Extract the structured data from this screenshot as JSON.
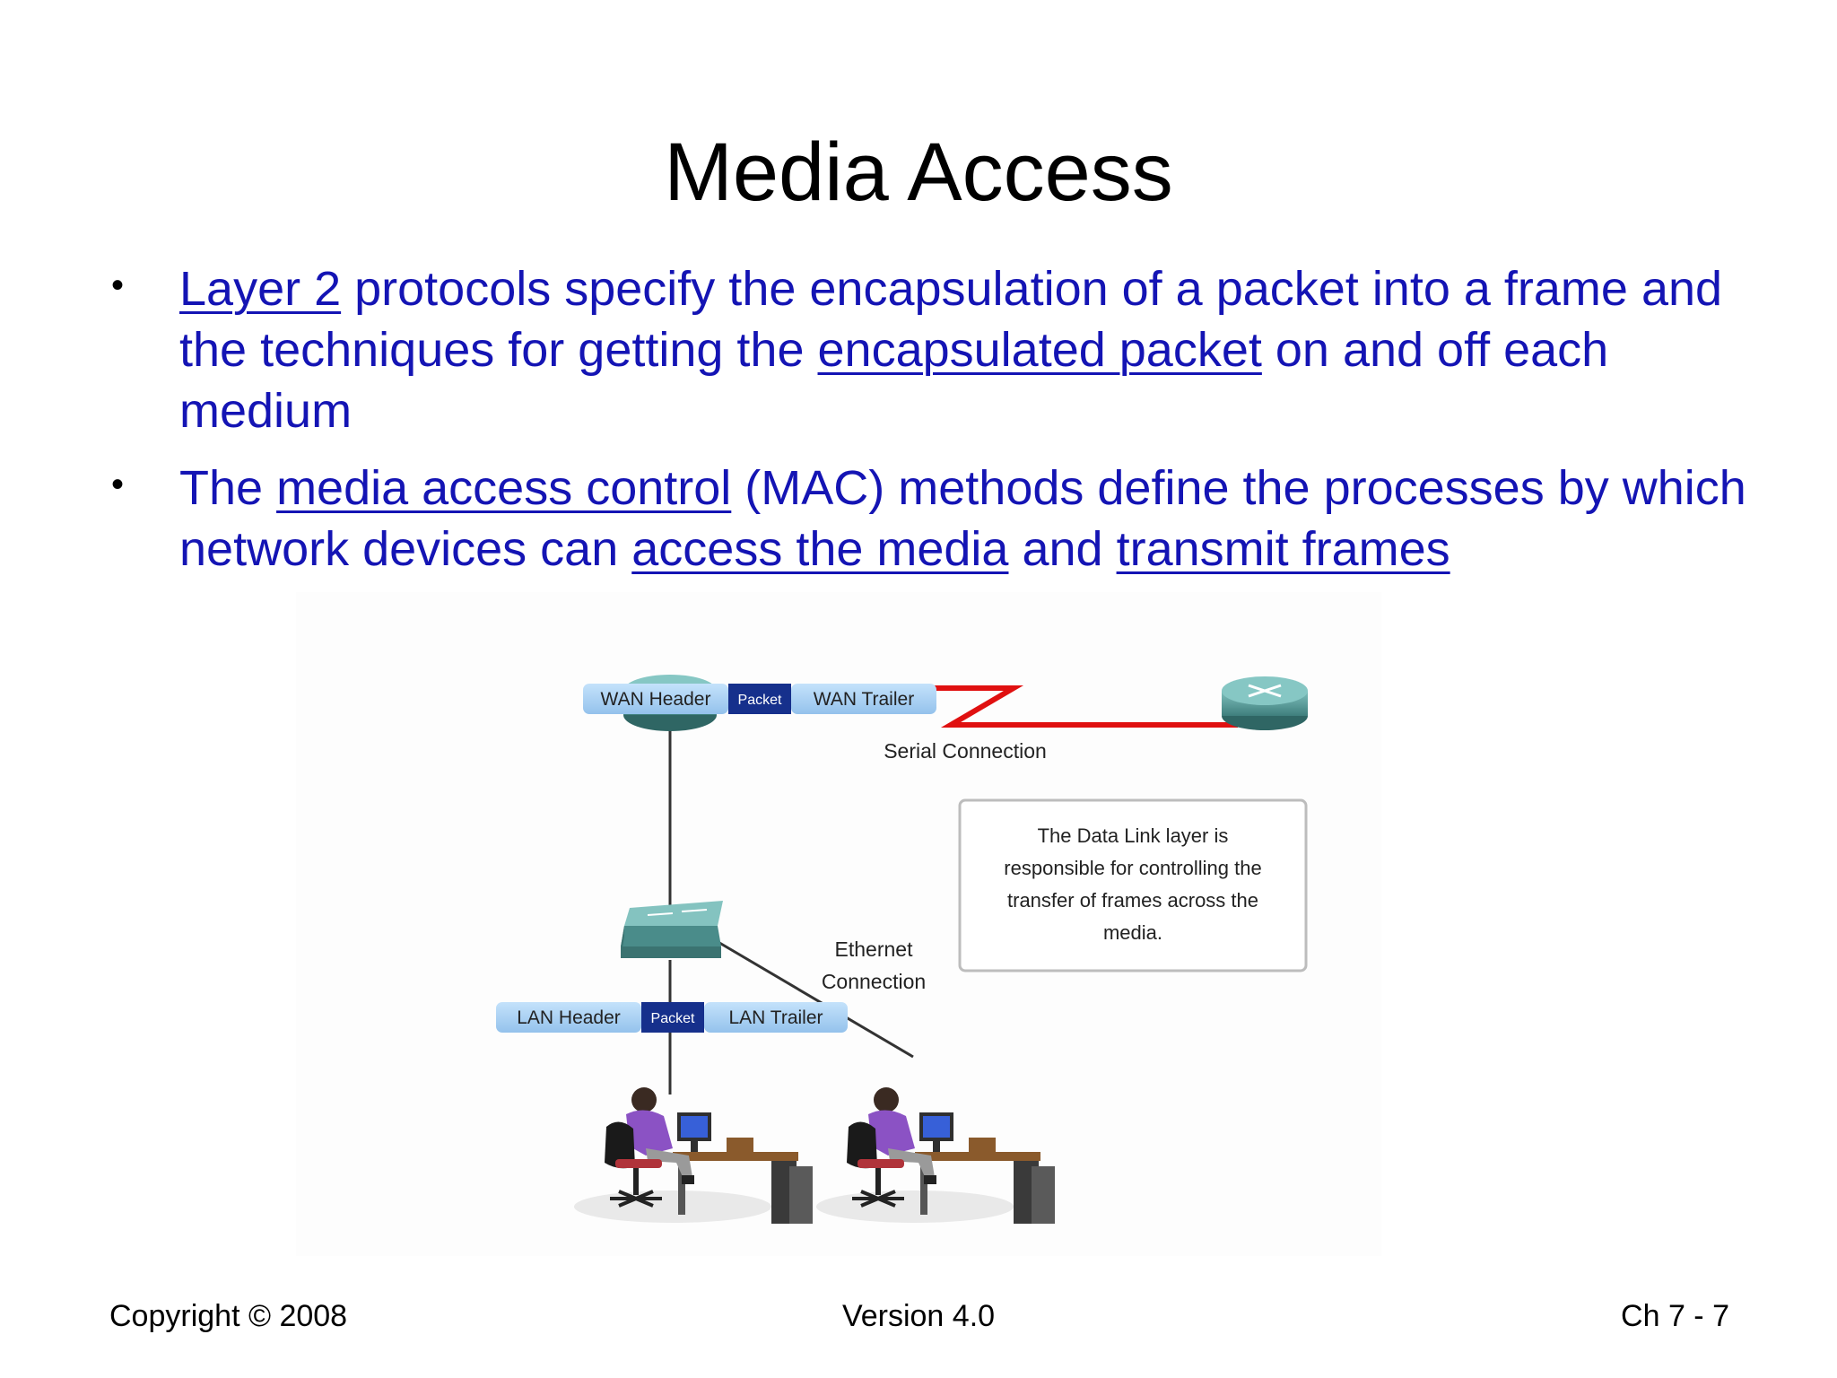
{
  "slide": {
    "title": "Media Access",
    "bullets": [
      {
        "parts": [
          {
            "text": "Layer 2",
            "link": true
          },
          {
            "text": " protocols specify the encapsulation of a packet into a frame and the techniques for getting the ",
            "link": false
          },
          {
            "text": "encapsulated packet",
            "link": true
          },
          {
            "text": " on and off each medium",
            "link": false
          }
        ]
      },
      {
        "parts": [
          {
            "text": "The ",
            "link": false
          },
          {
            "text": "media access control",
            "link": true
          },
          {
            "text": " (MAC) methods define the processes by which network devices can ",
            "link": false
          },
          {
            "text": "access the media",
            "link": true
          },
          {
            "text": " and ",
            "link": false
          },
          {
            "text": "transmit frames",
            "link": true
          }
        ]
      }
    ]
  },
  "diagram": {
    "wan_header": "WAN Header",
    "wan_packet": "Packet",
    "wan_trailer": "WAN Trailer",
    "serial_label": "Serial Connection",
    "ethernet_label_1": "Ethernet",
    "ethernet_label_2": "Connection",
    "lan_header": "LAN Header",
    "lan_packet": "Packet",
    "lan_trailer": "LAN Trailer",
    "info_box_lines": [
      "The Data Link layer is",
      "responsible for controlling the",
      "transfer of frames across the",
      "media."
    ],
    "colors": {
      "router": "#5f9e9c",
      "header_block": "#a8d0f2",
      "packet_block": "#16308c",
      "serial_line": "#e01010"
    }
  },
  "footer": {
    "copyright": "Copyright © 2008",
    "version": "Version 4.0",
    "page": "Ch 7 - 7"
  }
}
